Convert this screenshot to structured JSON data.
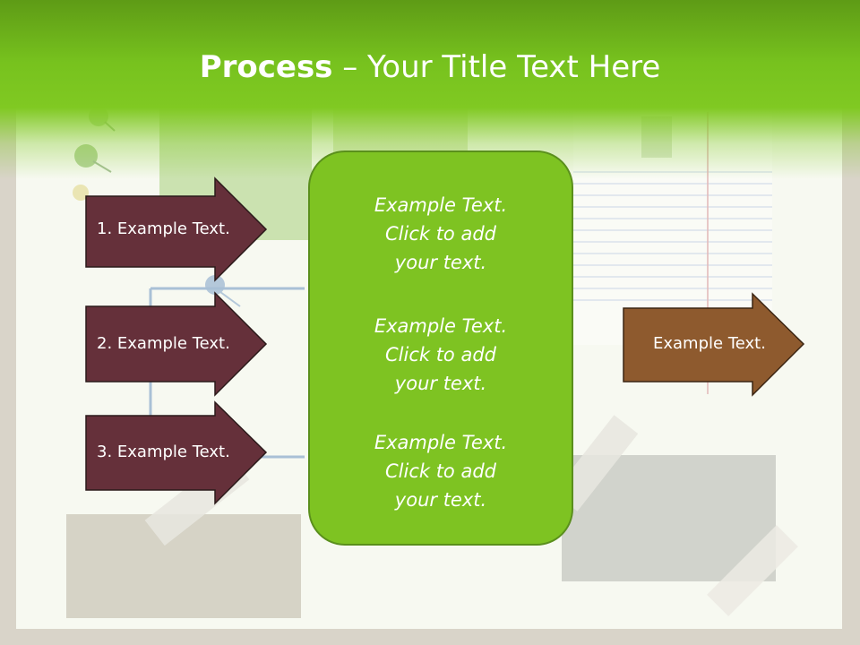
{
  "title": {
    "bold": "Process",
    "rest": " – Your Title Text Here"
  },
  "left_arrows": [
    {
      "label": "1. Example Text."
    },
    {
      "label": "2. Example Text."
    },
    {
      "label": "3. Example Text."
    }
  ],
  "center_box": {
    "blocks": [
      {
        "lines": [
          "Example Text.",
          "Click  to add",
          "your text."
        ]
      },
      {
        "lines": [
          "Example Text.",
          "Click  to add",
          "your text."
        ]
      },
      {
        "lines": [
          "Example Text.",
          "Click  to add",
          "your text."
        ]
      }
    ]
  },
  "right_arrow": {
    "label": "Example Text."
  },
  "colors": {
    "header_green": "#77c21e",
    "center_box": "#7ec322",
    "center_border": "#5a8f1c",
    "left_arrow_fill": "#65303a",
    "right_arrow_fill": "#8e5a2e",
    "arrow_border": "#2b1a1a"
  }
}
